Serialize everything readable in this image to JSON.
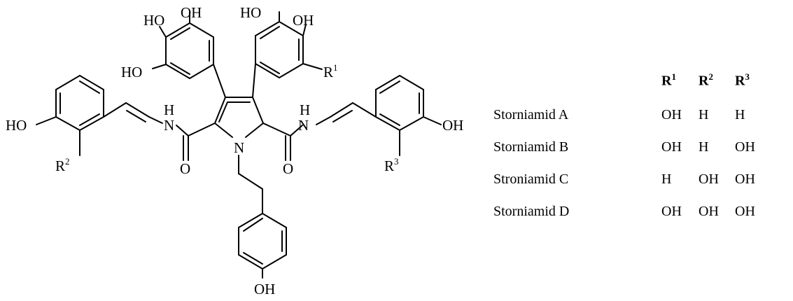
{
  "structure": {
    "atoms": {
      "oh_top_left": "HO",
      "oh_top_mid": "OH",
      "oh_top_right_a": "HO",
      "oh_top_right_b": "OH",
      "ho_left_ring": "HO",
      "r1": "R",
      "r1_sup": "1",
      "nh_left": "H",
      "nh_left_n": "N",
      "nh_right": "H",
      "nh_right_n": "N",
      "ho_far_left": "HO",
      "oh_far_right": "OH",
      "r2": "R",
      "r2_sup": "2",
      "r3": "R",
      "r3_sup": "3",
      "o_left": "O",
      "o_right": "O",
      "n_pyrrole": "N",
      "oh_bottom": "OH"
    }
  },
  "table": {
    "headers": [
      {
        "r": "R",
        "sup": "1"
      },
      {
        "r": "R",
        "sup": "2"
      },
      {
        "r": "R",
        "sup": "3"
      }
    ],
    "rows": [
      {
        "name": "Storniamid A",
        "r1": "OH",
        "r2": "H",
        "r3": "H"
      },
      {
        "name": "Storniamid B",
        "r1": "OH",
        "r2": "H",
        "r3": "OH"
      },
      {
        "name": "Stroniamid C",
        "r1": "H",
        "r2": "OH",
        "r3": "OH"
      },
      {
        "name": "Storniamid D",
        "r1": "OH",
        "r2": "OH",
        "r3": "OH"
      }
    ]
  }
}
